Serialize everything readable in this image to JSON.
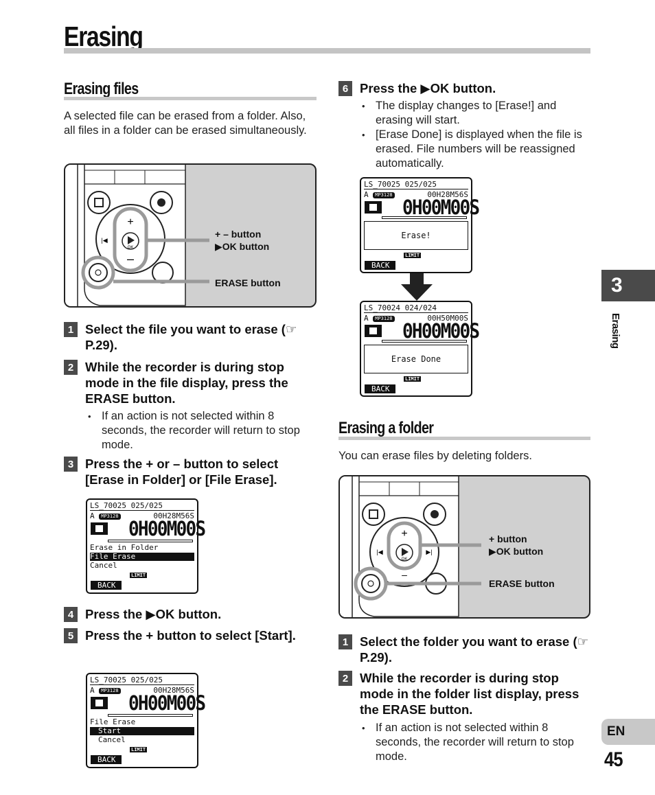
{
  "page": {
    "title": "Erasing",
    "chapter_number": "3",
    "chapter_label": "Erasing",
    "language": "EN",
    "page_number": "45"
  },
  "files_section": {
    "title": "Erasing files",
    "intro": "A selected file can be erased from a folder. Also, all files in a folder can be erased simultaneously.",
    "figure_callouts": {
      "plus_minus": "+ – button",
      "ok": "▶OK button",
      "erase": "ERASE button"
    },
    "steps": [
      {
        "num": "1",
        "text": "Select the file you want to erase (☞ P.29)."
      },
      {
        "num": "2",
        "text": "While the recorder is during stop mode in the file display, press the ERASE button.",
        "bullets": [
          "If an action is not selected within 8 seconds, the recorder will return to stop mode."
        ]
      },
      {
        "num": "3",
        "text": "Press the + or – button to select [Erase in Folder] or [File Erase]."
      },
      {
        "num": "4",
        "text": "Press the ▶OK button."
      },
      {
        "num": "5",
        "text": "Press the + button to select [Start]."
      },
      {
        "num": "6",
        "text": "Press the ▶OK button.",
        "bullets": [
          "The display changes to [Erase!] and erasing will start.",
          "[Erase Done] is displayed when the file is erased. File numbers will be reassigned automatically."
        ]
      }
    ]
  },
  "screens": {
    "menu": {
      "header": "LS_70025 025/025",
      "folder": "A",
      "format": "MP3128",
      "length": "00H28M56S",
      "time": "0H00M00S",
      "items": [
        "Erase in Folder",
        "File Erase",
        "Cancel"
      ],
      "back": "BACK",
      "limit": "LIMIT"
    },
    "confirm": {
      "header": "LS_70025 025/025",
      "folder": "A",
      "format": "MP3128",
      "length": "00H28M56S",
      "time": "0H00M00S",
      "items": [
        "File Erase",
        "Start",
        "Cancel"
      ],
      "back": "BACK",
      "limit": "LIMIT"
    },
    "erasing": {
      "header": "LS_70025 025/025",
      "folder": "A",
      "format": "MP3128",
      "length": "00H28M56S",
      "time": "0H00M00S",
      "message": "Erase!",
      "back": "BACK",
      "limit": "LIMIT"
    },
    "done": {
      "header": "LS_70024 024/024",
      "folder": "A",
      "format": "MP3128",
      "length": "00H50M00S",
      "time": "0H00M00S",
      "message": "Erase Done",
      "back": "BACK",
      "limit": "LIMIT"
    }
  },
  "folder_section": {
    "title": "Erasing a folder",
    "intro": "You can erase files by deleting folders.",
    "figure_callouts": {
      "plus": "+ button",
      "ok": "▶OK button",
      "erase": "ERASE button"
    },
    "steps": [
      {
        "num": "1",
        "text": "Select the folder you want to erase (☞ P.29)."
      },
      {
        "num": "2",
        "text": "While the recorder is during stop mode in the folder list display, press the ERASE button.",
        "bullets": [
          "If an action is not selected within 8 seconds, the recorder will return to stop mode."
        ]
      }
    ]
  },
  "colors": {
    "tab_dark": "#4a4a4a",
    "rule_gray": "#c4c4c4",
    "figure_gray": "#d0d0d0",
    "highlight_gray": "#9a9a9a"
  }
}
